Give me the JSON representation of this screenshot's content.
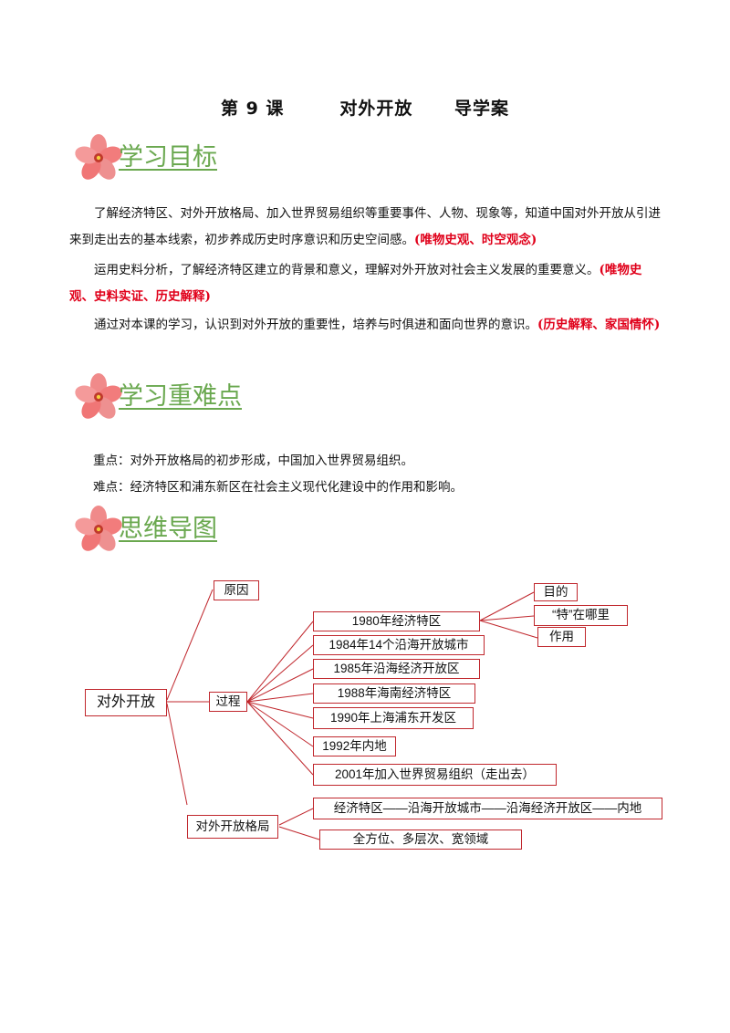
{
  "title": "第 9 课        对外开放      导学案",
  "sections": {
    "objectives": "学习目标",
    "key_points": "学习重难点",
    "mind_map": "思维导图"
  },
  "objectives": [
    {
      "text": "了解经济特区、对外开放格局、加入世界贸易组织等重要事件、人物、现象等，知道中国对外开放从引进来到走出去的基本线索，初步养成历史时序意识和历史空间感。",
      "tag": "(唯物史观、时空观念)"
    },
    {
      "text": "运用史料分析，了解经济特区建立的背景和意义，理解对外开放对社会主义发展的重要意义。",
      "tag": "(唯物史观、史料实证、历史解释)"
    },
    {
      "text": "通过对本课的学习，认识到对外开放的重要性，培养与时俱进和面向世界的意识。",
      "tag": "(历史解释、家国情怀)"
    }
  ],
  "key_points": {
    "focus": "重点：对外开放格局的初步形成，中国加入世界贸易组织。",
    "difficulty": "难点：经济特区和浦东新区在社会主义现代化建设中的作用和影响。"
  },
  "mind_map": {
    "root": "对外开放",
    "cause": "原因",
    "process": "过程",
    "pattern": "对外开放格局",
    "process_items": [
      "1980年经济特区",
      "1984年14个沿海开放城市",
      "1985年沿海经济开放区",
      "1988年海南经济特区",
      "1990年上海浦东开发区",
      "1992年内地",
      "2001年加入世界贸易组织（走出去）"
    ],
    "sez_items": [
      "目的",
      "“特”在哪里",
      "作用"
    ],
    "pattern_items": [
      "经济特区——沿海开放城市——沿海经济开放区——内地",
      "全方位、多层次、宽领域"
    ]
  },
  "colors": {
    "accent_green": "#6aa84f",
    "accent_red": "#e0001a",
    "border_red": "#c0272d"
  }
}
